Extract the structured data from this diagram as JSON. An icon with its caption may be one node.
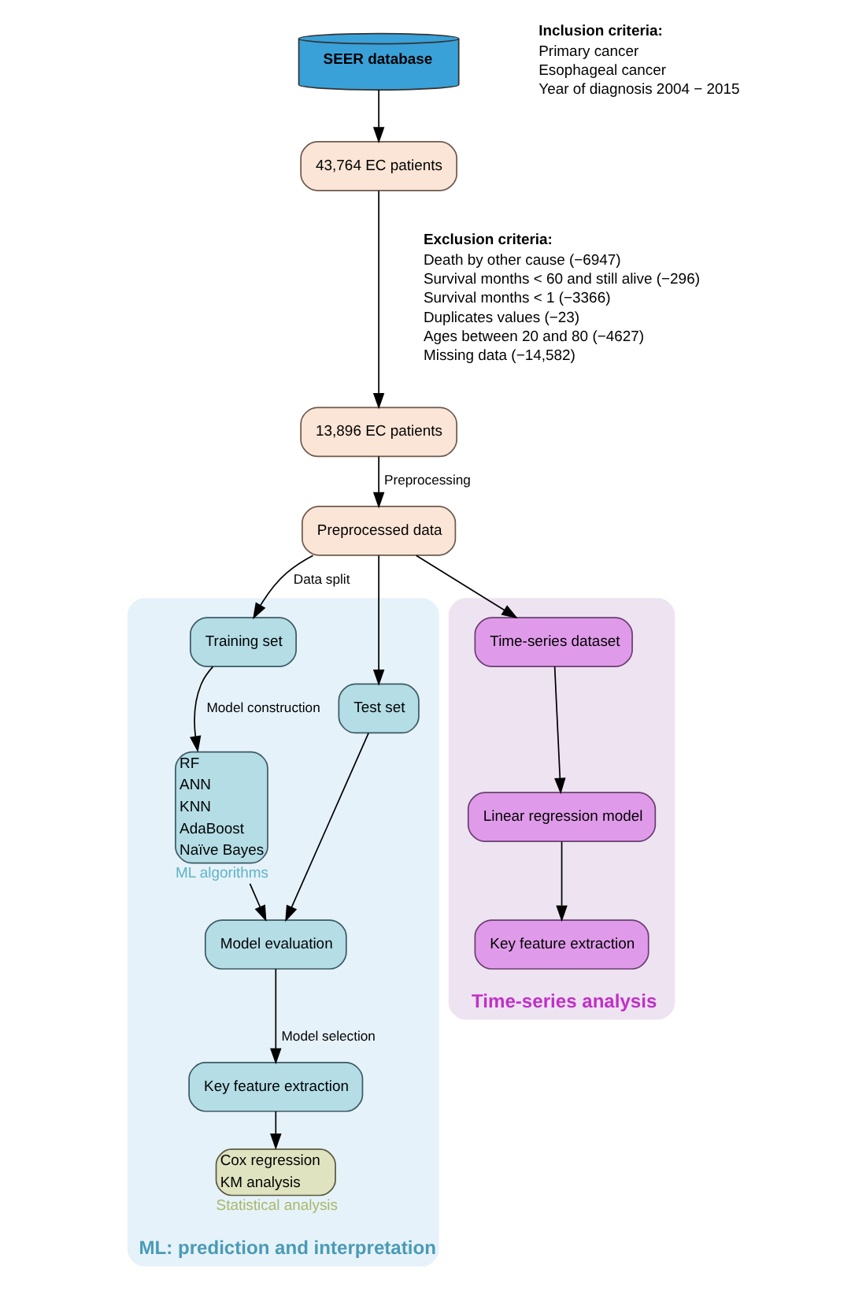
{
  "diagram": {
    "nodes": [
      {
        "text": [
          "SEER database"
        ]
      },
      {
        "text": [
          "43,764 EC patients"
        ]
      },
      {
        "text": [
          "13,896 EC patients"
        ]
      },
      {
        "text": [
          "Preprocessed data"
        ]
      },
      {
        "text": [
          "ML: prediction and interpretation"
        ]
      },
      {
        "text": [
          "Time-series analysis"
        ]
      },
      {
        "text": [
          "Training set"
        ],
        "in": 4
      },
      {
        "text": [
          "Test set"
        ],
        "in": 4
      },
      {
        "text": [
          "RF",
          "ANN",
          "KNN",
          "AdaBoost",
          "Naïve Bayes"
        ],
        "beside": [
          "ML algorithms"
        ],
        "in": 4
      },
      {
        "text": [
          "Model evaluation"
        ],
        "in": 4
      },
      {
        "text": [
          "Key feature extraction"
        ],
        "in": 4
      },
      {
        "text": [
          "Cox regression",
          "KM analysis"
        ],
        "beside": [
          "Statistical analysis"
        ],
        "in": 4
      },
      {
        "text": [
          "Time-series dataset"
        ],
        "in": 5
      },
      {
        "text": [
          "Linear regression model"
        ],
        "in": 5
      },
      {
        "text": [
          "Key feature extraction"
        ],
        "in": 5
      }
    ],
    "edges": [
      {
        "from": 0,
        "to": 1,
        "arrow": "to"
      },
      {
        "from": 1,
        "to": 2,
        "arrow": "to"
      },
      {
        "from": 2,
        "to": 3,
        "arrow": "to",
        "label": "Preprocessing"
      },
      {
        "from": 3,
        "to": 6,
        "arrow": "to",
        "label": "Data split"
      },
      {
        "from": 3,
        "to": 7,
        "arrow": "to"
      },
      {
        "from": 3,
        "to": 12,
        "arrow": "to"
      },
      {
        "from": 6,
        "to": 8,
        "arrow": "to",
        "label": "Model construction"
      },
      {
        "from": 7,
        "to": 9,
        "arrow": "to"
      },
      {
        "from": 8,
        "to": 9,
        "arrow": "to"
      },
      {
        "from": 9,
        "to": 10,
        "arrow": "to",
        "label": "Model selection"
      },
      {
        "from": 10,
        "to": 11,
        "arrow": "to"
      },
      {
        "from": 12,
        "to": 13,
        "arrow": "to"
      },
      {
        "from": 13,
        "to": 14,
        "arrow": "to"
      }
    ],
    "labels": [
      "Inclusion criteria:",
      "Primary cancer",
      "Esophageal cancer",
      "Year of diagnosis 2004 − 2015",
      "Exclusion criteria:",
      "Death by other cause (−6947)",
      "Survival months < 60 and still alive (−296)",
      "Survival months < 1 (−3366)",
      "Duplicates values (−23)",
      "Ages between 20 and 80 (−4627)",
      "Missing data (−14,582)"
    ]
  }
}
